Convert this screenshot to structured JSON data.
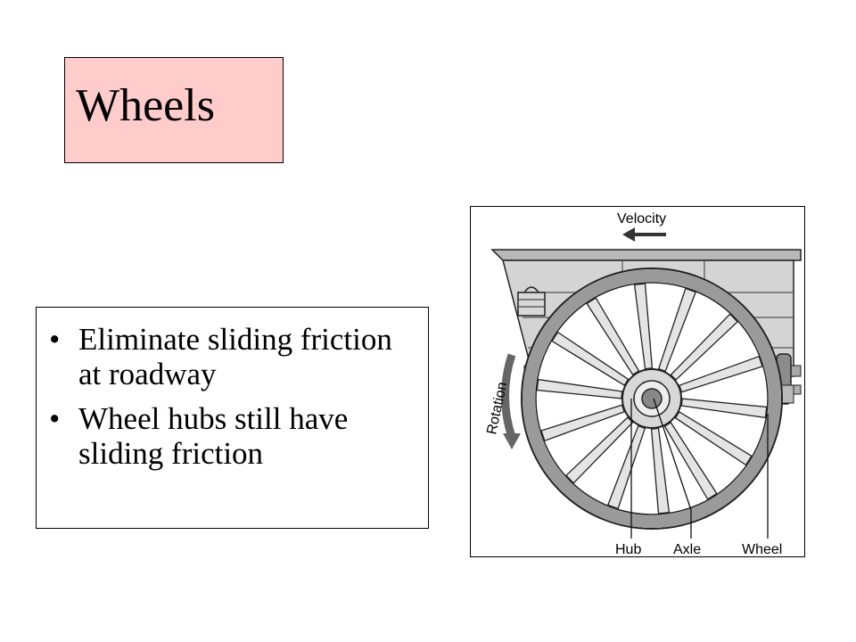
{
  "title": "Wheels",
  "bullets": [
    "Eliminate sliding friction at roadway",
    "Wheel hubs still have sliding friction"
  ],
  "bullet_glyph": "•",
  "figure": {
    "labels": {
      "velocity": "Velocity",
      "rotation": "Rotation",
      "hub": "Hub",
      "axle": "Axle",
      "wheel": "Wheel"
    }
  },
  "colors": {
    "title_background": "#ffcccc",
    "border": "#000000",
    "wagon_body": "#d0d0d0",
    "wheel_rim": "#9a9a9a",
    "spoke": "#e4e4e4"
  }
}
